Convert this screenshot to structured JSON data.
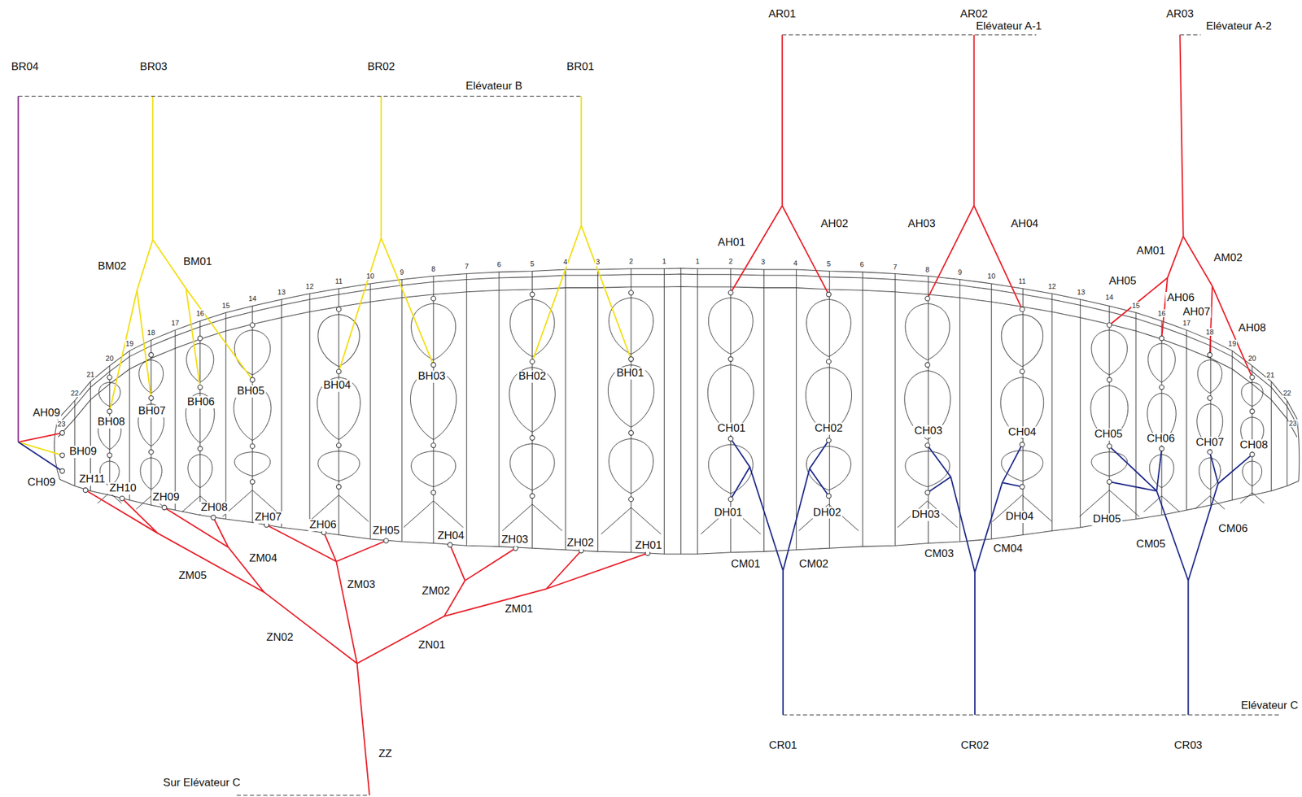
{
  "diagram": {
    "labels": [
      "AR01",
      "Elévateur A-1",
      "AR02",
      "AR03",
      "Elévateur A-2",
      "BR04",
      "BR03",
      "BR02",
      "BR01",
      "Elévateur B",
      "AH01",
      "AH02",
      "AH03",
      "AH04",
      "AM01",
      "AM02",
      "AH05",
      "AH06",
      "AH07",
      "AH08",
      "BM02",
      "BM01",
      "23",
      "22",
      "21",
      "20",
      "19",
      "18",
      "17",
      "16",
      "15",
      "14",
      "13",
      "12",
      "11",
      "10",
      "9",
      "8",
      "7",
      "6",
      "5",
      "4",
      "3",
      "2",
      "1",
      "1",
      "2",
      "3",
      "4",
      "5",
      "6",
      "7",
      "8",
      "9",
      "10",
      "11",
      "12",
      "13",
      "14",
      "15",
      "16",
      "17",
      "18",
      "19",
      "20",
      "21",
      "22",
      "23",
      "BH01",
      "BH02",
      "BH03",
      "BH04",
      "BH05",
      "BH06",
      "BH07",
      "BH08",
      "AH09",
      "BH09",
      "CH09",
      "CH01",
      "CH02",
      "CH03",
      "CH04",
      "CH05",
      "CH06",
      "CH07",
      "CH08",
      "ZH11",
      "ZH10",
      "ZH09",
      "ZH08",
      "ZH07",
      "ZH06",
      "ZH05",
      "ZH04",
      "ZH03",
      "ZH02",
      "ZH01",
      "DH01",
      "DH02",
      "DH03",
      "DH04",
      "DH05",
      "CM01",
      "CM02",
      "CM03",
      "CM04",
      "CM05",
      "CM06",
      "ZM05",
      "ZM04",
      "ZM03",
      "ZM02",
      "ZM01",
      "ZN02",
      "ZN01",
      "ZZ",
      "Sur Elévateur C",
      "Elévateur C",
      "CR01",
      "CR02",
      "CR03"
    ]
  }
}
